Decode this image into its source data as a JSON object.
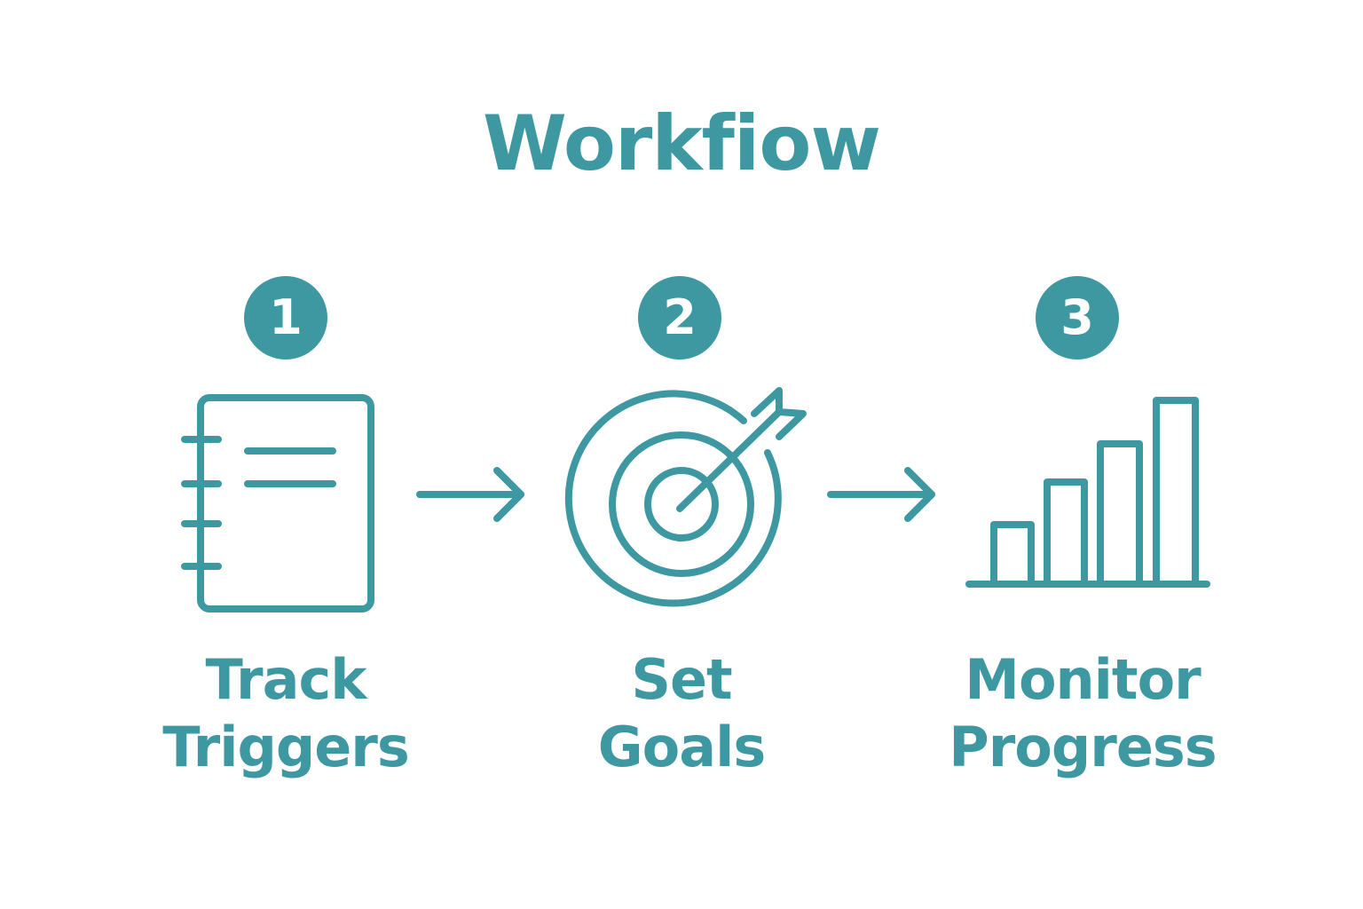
{
  "title": "Workfiow",
  "accent_color": "#3e98a1",
  "steps": [
    {
      "number": "1",
      "line1": "Track",
      "line2": "Triggers",
      "icon": "notebook-icon"
    },
    {
      "number": "2",
      "line1": "Set",
      "line2": "Goals",
      "icon": "target-icon"
    },
    {
      "number": "3",
      "line1": "Monitor",
      "line2": "Progress",
      "icon": "bar-chart-icon"
    }
  ]
}
